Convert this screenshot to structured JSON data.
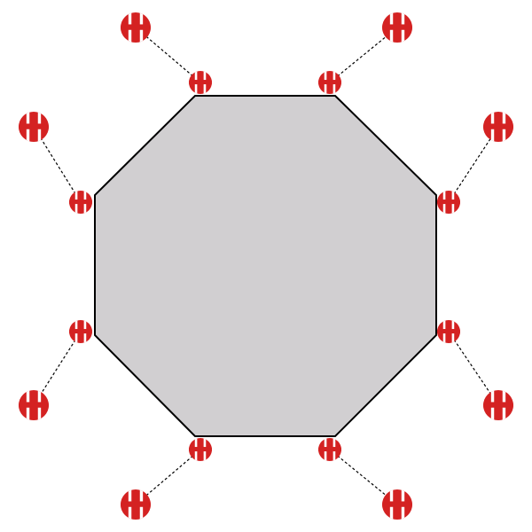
{
  "colors": {
    "background": "#ffffff",
    "octagon_fill": "#d1cfd1",
    "octagon_stroke": "#000000",
    "anchor_fill": "#d42222",
    "anchor_notch": "#ffffff",
    "guy_line": "#000000"
  },
  "diagram": {
    "shape": "octagon",
    "vertex_count": 8,
    "anchor_icon": "tie-down-anchor-icon",
    "guy_line_style": "dashed",
    "anchors_per_vertex": 2
  }
}
